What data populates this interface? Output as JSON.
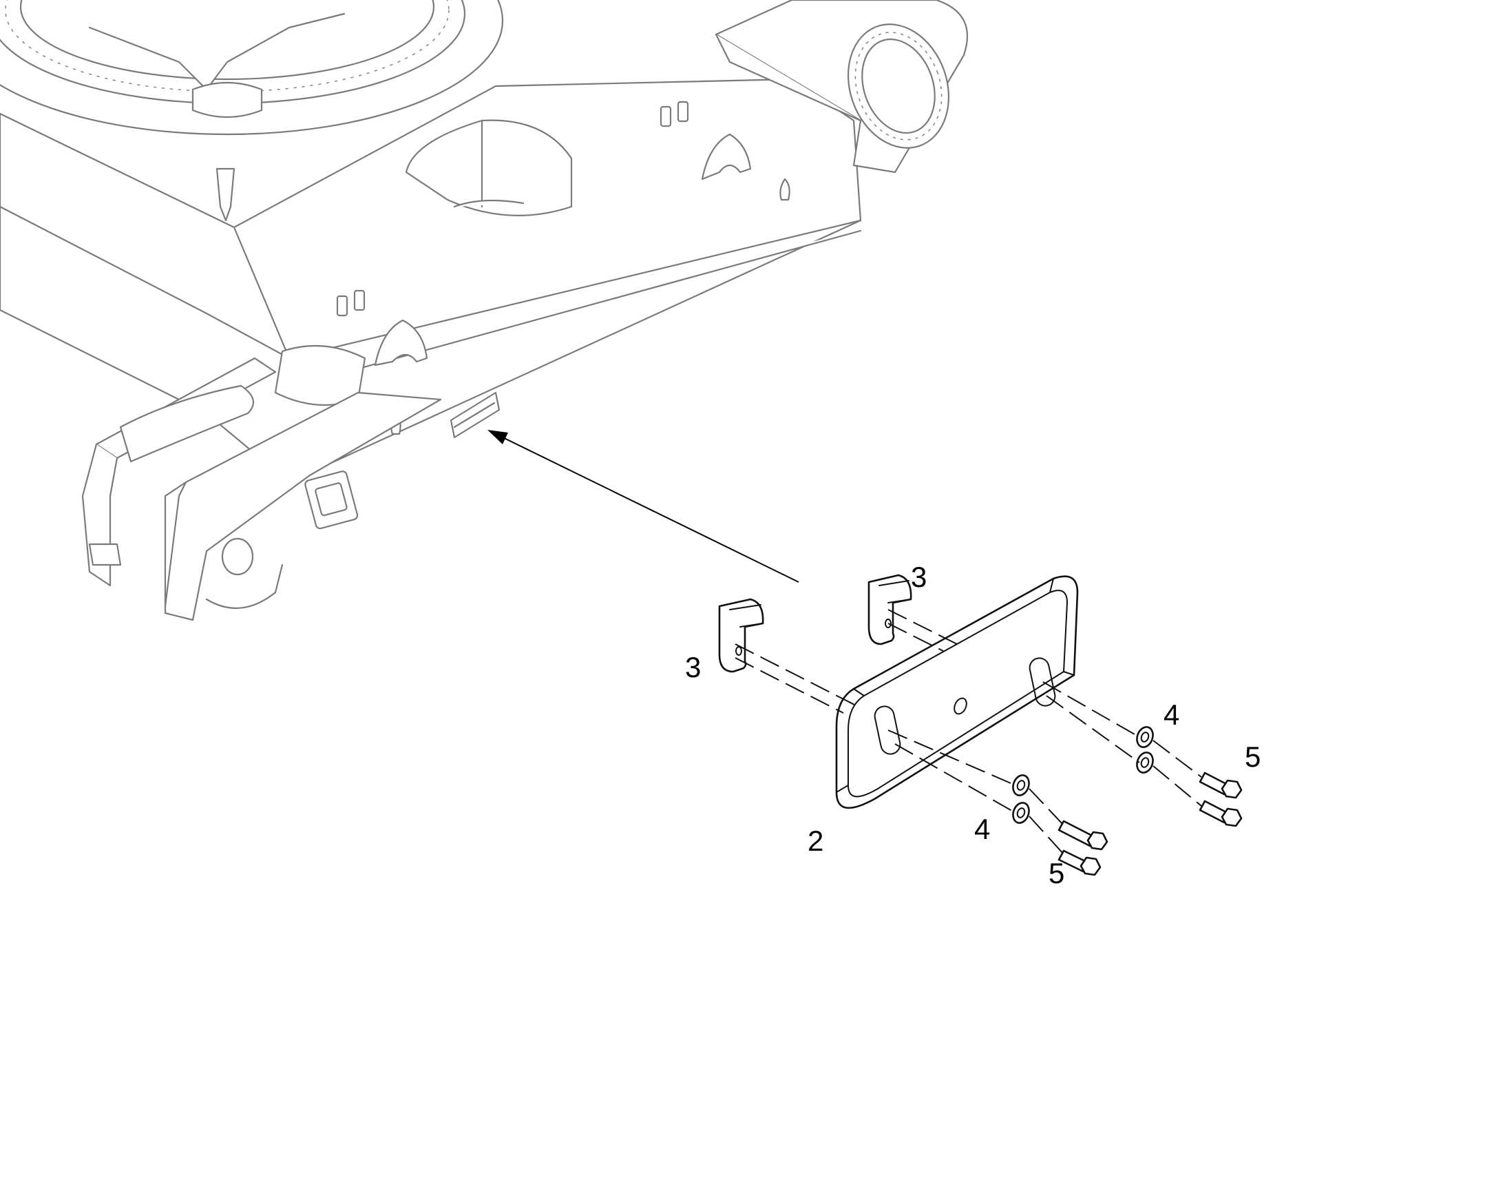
{
  "callouts": [
    {
      "id": "guard-plate",
      "label": "2"
    },
    {
      "id": "clip-right",
      "label": "3"
    },
    {
      "id": "clip-left",
      "label": "3"
    },
    {
      "id": "washer-right",
      "label": "4"
    },
    {
      "id": "washer-left",
      "label": "4"
    },
    {
      "id": "bolt-right",
      "label": "5"
    },
    {
      "id": "bolt-left",
      "label": "5"
    }
  ],
  "colors": {
    "background": "#ffffff",
    "frame_line": "#7a7a7a",
    "part_line": "#111111"
  }
}
